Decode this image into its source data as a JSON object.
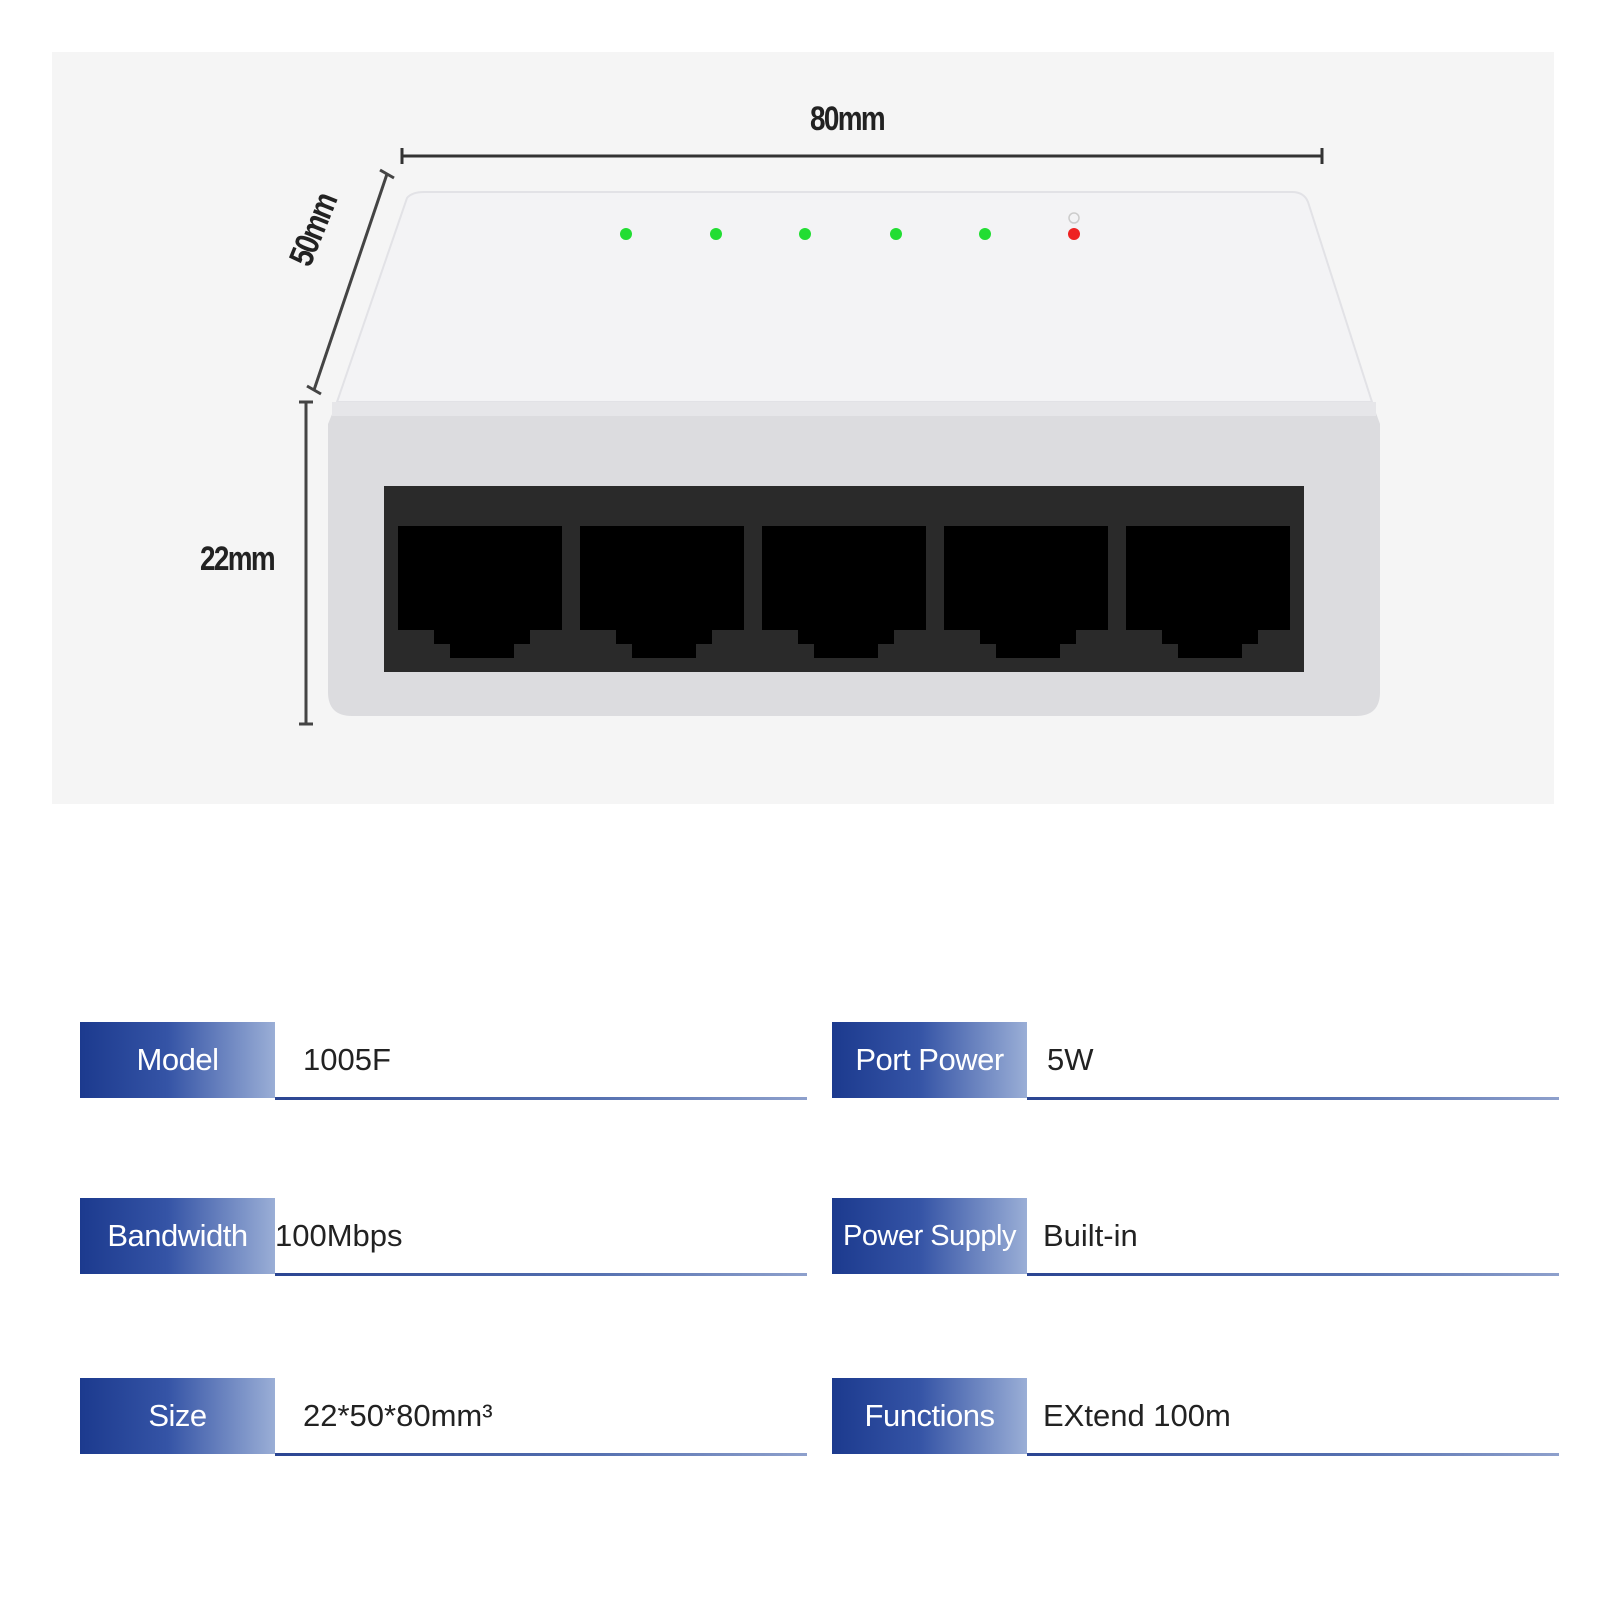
{
  "dimensions": {
    "width": "80mm",
    "depth": "50mm",
    "height": "22mm"
  },
  "leds": [
    {
      "color": "#22dd33"
    },
    {
      "color": "#22dd33"
    },
    {
      "color": "#22dd33"
    },
    {
      "color": "#22dd33"
    },
    {
      "color": "#22dd33"
    },
    {
      "color": "#ee2222"
    }
  ],
  "specs": [
    {
      "label": "Model",
      "value": "1005F"
    },
    {
      "label": "Port Power",
      "value": "5W"
    },
    {
      "label": "Bandwidth",
      "value": "100Mbps"
    },
    {
      "label": "Power Supply",
      "value": "Built-in"
    },
    {
      "label": "Size",
      "value": "22*50*80mm³"
    },
    {
      "label": "Functions",
      "value": "EXtend 100m"
    }
  ],
  "colors": {
    "label_gradient_start": "#1c3a8e",
    "label_gradient_end": "#9aaed6",
    "port_face": "#2a2a2a"
  }
}
